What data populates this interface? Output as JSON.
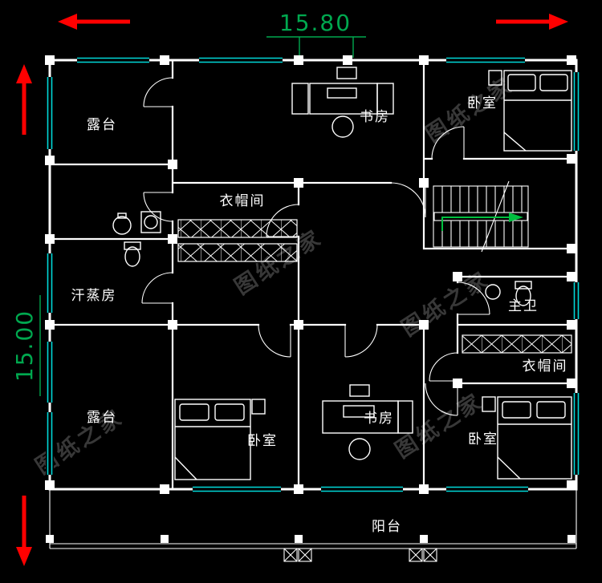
{
  "colors": {
    "background": "#000000",
    "wall": "#ffffff",
    "window": "#00d8d8",
    "dimension_arrow": "#ff0000",
    "dimension_text": "#00a84f",
    "stair_arrow": "#00c040",
    "watermark": "#3f3f3f",
    "room_label": "#ffffff"
  },
  "dimensions": {
    "width": "15.80",
    "height": "15.00"
  },
  "rooms": [
    {
      "id": "terrace-top-left",
      "label": "露台"
    },
    {
      "id": "study-top",
      "label": "书房"
    },
    {
      "id": "bedroom-top-right",
      "label": "卧室"
    },
    {
      "id": "cloakroom-upper",
      "label": "衣帽间"
    },
    {
      "id": "sauna-room",
      "label": "汗蒸房"
    },
    {
      "id": "master-bathroom",
      "label": "主卫"
    },
    {
      "id": "cloakroom-right",
      "label": "衣帽间"
    },
    {
      "id": "terrace-bottom-left",
      "label": "露台"
    },
    {
      "id": "bedroom-bottom-left",
      "label": "卧室"
    },
    {
      "id": "study-bottom",
      "label": "书房"
    },
    {
      "id": "bedroom-bottom-right",
      "label": "卧室"
    },
    {
      "id": "balcony",
      "label": "阳台"
    }
  ],
  "watermark": {
    "text": "图纸之家"
  }
}
